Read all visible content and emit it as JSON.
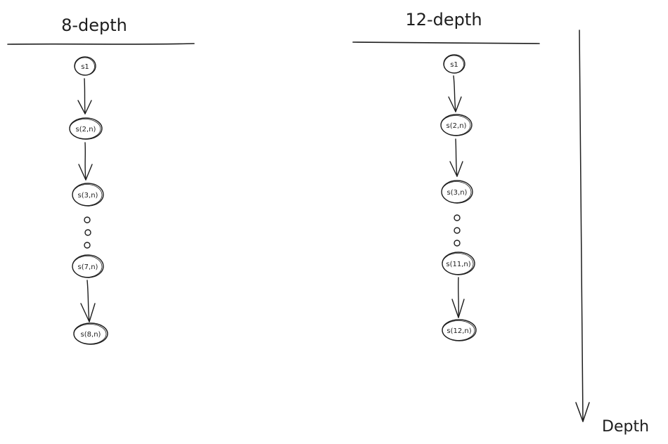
{
  "diagram": {
    "left": {
      "title": "8-depth",
      "nodes": [
        "s1",
        "s(2,n)",
        "s(3,n)",
        "s(7,n)",
        "s(8,n)"
      ]
    },
    "right": {
      "title": "12-depth",
      "nodes": [
        "s1",
        "s(2,n)",
        "s(3,n)",
        "s(11,n)",
        "s(12,n)"
      ]
    },
    "axis": {
      "label": "Depth"
    },
    "colors": {
      "ink": "#1e1e1e",
      "background": "#ffffff"
    }
  }
}
